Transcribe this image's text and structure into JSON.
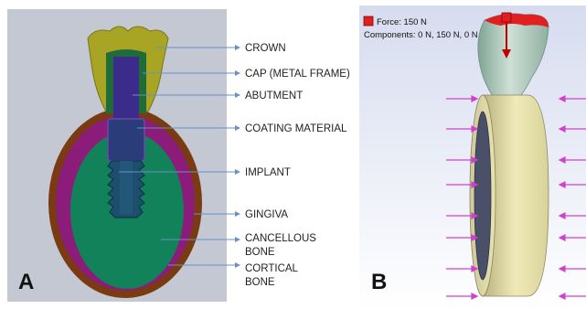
{
  "panel_a": {
    "letter": "A",
    "labels": {
      "crown": "CROWN",
      "cap": "CAP (METAL FRAME)",
      "abutment": "ABUTMENT",
      "coating": "COATING MATERIAL",
      "implant": "IMPLANT",
      "gingiva": "GINGIVA",
      "cancellous_1": "CANCELLOUS",
      "cancellous_2": "BONE",
      "cortical_1": "CORTICAL",
      "cortical_2": "BONE"
    }
  },
  "panel_b": {
    "letter": "B",
    "force_label": "Force: 150 N",
    "components_label": "Components: 0 N, 150 N, 0 N"
  },
  "colors": {
    "crown": "#a8a424",
    "cap": "#1f6b3a",
    "abutment": "#3b2c8c",
    "implant": "#1d4e6e",
    "cortical": "#7a3b12",
    "gingiva": "#8b1c7a",
    "cancellous": "#12825a",
    "arrow": "#d040d0",
    "force": "#e02020"
  }
}
